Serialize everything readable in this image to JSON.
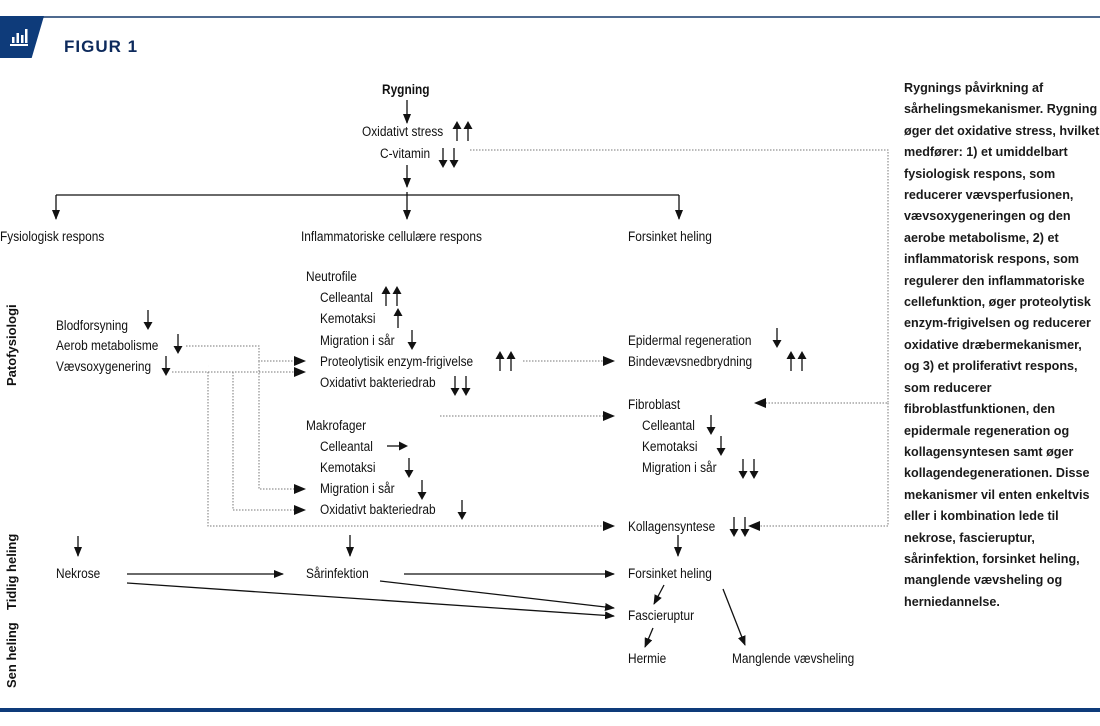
{
  "header": {
    "figure_label": "FIGUR 1",
    "icon": "bar-chart-icon"
  },
  "diagram": {
    "root": "Rygning",
    "oxidative_stress": "Oxidativt stress",
    "oxidative_stress_effect": "increase-double",
    "vitamin_c": "C-vitamin",
    "vitamin_c_effect": "decrease-double",
    "branches": {
      "physiological": "Fysiologisk respons",
      "inflammatory": "Inflammatoriske cellulære respons",
      "delayed": "Forsinket heling"
    },
    "row_labels": {
      "pathophysiology": "Patofysiologi",
      "early_healing": "Tidlig heling",
      "late_healing": "Sen heling"
    },
    "physiological_items": [
      {
        "label": "Blodforsyning",
        "effect": "decrease"
      },
      {
        "label": "Aerob metabolisme",
        "effect": "decrease"
      },
      {
        "label": "Vævsoxygenering",
        "effect": "decrease"
      }
    ],
    "neutrophils": {
      "title": "Neutrofile",
      "items": [
        {
          "label": "Celleantal",
          "effect": "increase-double"
        },
        {
          "label": "Kemotaksi",
          "effect": "increase"
        },
        {
          "label": "Migration i sår",
          "effect": "decrease"
        },
        {
          "label": "Proteolytisik enzym-frigivelse",
          "effect": "increase-double"
        },
        {
          "label": "Oxidativt bakteriedrab",
          "effect": "decrease-double"
        }
      ]
    },
    "macrophages": {
      "title": "Makrofager",
      "items": [
        {
          "label": "Celleantal",
          "effect": "unchanged"
        },
        {
          "label": "Kemotaksi",
          "effect": "decrease"
        },
        {
          "label": "Migration i sår",
          "effect": "decrease"
        },
        {
          "label": "Oxidativt bakteriedrab",
          "effect": "decrease"
        }
      ]
    },
    "delayed_items": [
      {
        "label": "Epidermal regeneration",
        "effect": "decrease"
      },
      {
        "label": "Bindevævsnedbrydning",
        "effect": "increase-double"
      }
    ],
    "fibroblast": {
      "title": "Fibroblast",
      "items": [
        {
          "label": "Celleantal",
          "effect": "decrease"
        },
        {
          "label": "Kemotaksi",
          "effect": "decrease"
        },
        {
          "label": "Migration i sår",
          "effect": "decrease-double"
        }
      ]
    },
    "collagen": {
      "label": "Kollagensyntese",
      "effect": "decrease-double"
    },
    "outcomes": {
      "necrosis": "Nekrose",
      "wound_infection": "Sårinfektion",
      "delayed_healing": "Forsinket heling",
      "fascia_rupture": "Fascieruptur",
      "hernia": "Hermie",
      "non_healing": "Manglende vævsheling"
    }
  },
  "caption": {
    "text": "Rygnings påvirkning af sårhelingsmekanismer. Rygning øger det oxidative stress, hvilket medfører: 1) et umiddelbart fysiologisk respons, som reducerer vævsperfusionen, vævsoxygeneringen og den aerobe metabolisme, 2) et inflammatorisk respons, som regulerer den inflammatoriske cellefunktion, øger proteolytisk enzym-frigivelsen og reducerer oxidative dræbermekanismer, og 3) et proliferativt respons, som reducerer fibroblastfunktionen, den epidermale regeneration og kollagensyntesen samt øger kollagendegenerationen. Disse mekanismer vil enten enkeltvis eller i kombination lede til nekrose, fascieruptur, sårinfektion, forsinket heling, manglende vævsheling og herniedannelse."
  }
}
